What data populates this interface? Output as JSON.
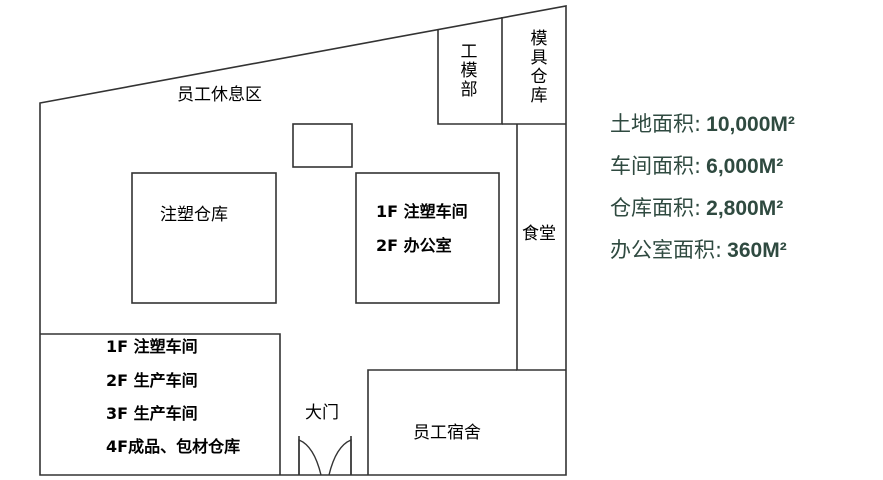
{
  "plan": {
    "rest_area": "员工休息区",
    "mold_dept": "工模部",
    "mold_warehouse": "模具仓库",
    "injection_warehouse": "注塑仓库",
    "workshop_center_1f": "1F 注塑车间",
    "workshop_center_2f": "2F 办公室",
    "canteen": "食堂",
    "building_floors": [
      "1F 注塑车间",
      "2F 生产车间",
      "3F 生产车间",
      "4F成品、包材仓库"
    ],
    "main_gate": "大门",
    "dormitory": "员工宿舍"
  },
  "stats": [
    {
      "label": "土地面积:",
      "value": "10,000M²"
    },
    {
      "label": "车间面积:",
      "value": "6,000M²"
    },
    {
      "label": "仓库面积:",
      "value": "2,800M²"
    },
    {
      "label": "办公室面积:",
      "value": "360M²"
    }
  ],
  "colors": {
    "stats_text": "#2f4a40",
    "lines": "#333333"
  }
}
